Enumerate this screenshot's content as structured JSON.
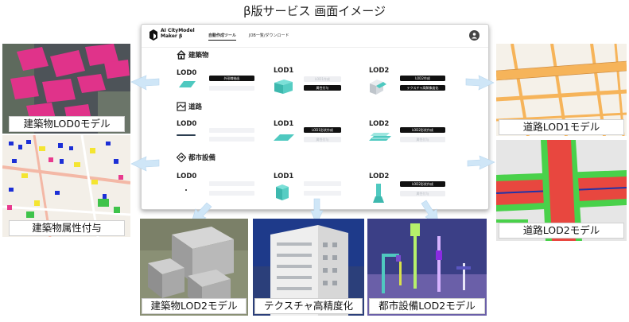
{
  "page_title": "β版サービス 画面イメージ",
  "app": {
    "logo_line1": "AI CityModel",
    "logo_line2": "Maker β",
    "nav": {
      "auto_tool": "自動作成ツール",
      "job_list": "JOB一覧/ダウンロード"
    },
    "sections": {
      "building": {
        "title": "建築物",
        "lod0": "LOD0",
        "lod0_btn1": "外形線抽出",
        "lod1": "LOD1",
        "lod1_ghost": "LOD1作成",
        "lod1_btn1": "属性付与",
        "lod2": "LOD2",
        "lod2_btn1": "LOD2作成",
        "lod2_btn2": "テクスチャ高解像度化"
      },
      "road": {
        "title": "道路",
        "lod0": "LOD0",
        "lod1": "LOD1",
        "lod1_btn1": "LOD1形状作成",
        "lod1_ghost": "属性付与",
        "lod2": "LOD2",
        "lod2_btn1": "LOD2形状作成",
        "lod2_ghost": "属性付与"
      },
      "facility": {
        "title": "都市設備",
        "lod0": "LOD0",
        "lod1": "LOD1",
        "lod2": "LOD2",
        "lod2_btn1": "LOD2形状作成",
        "lod2_ghost": "属性付与"
      }
    }
  },
  "captions": {
    "building_lod0": "建築物LOD0モデル",
    "building_attr": "建築物属性付与",
    "building_lod2": "建築物LOD2モデル",
    "texture": "テクスチャ高精度化",
    "facility_lod2": "都市設備LOD2モデル",
    "road_lod1": "道路LOD1モデル",
    "road_lod2": "道路LOD2モデル"
  },
  "colors": {
    "teal": "#4fc9c0",
    "dark": "#111111",
    "arrow_fill": "#cfe6f7",
    "building_pink": "#e0338a",
    "road_orange": "#f6b45a",
    "road_red": "#e8473f",
    "road_green": "#49d14a"
  },
  "icons": {
    "building": "house-icon",
    "road": "road-icon",
    "facility": "signpost-icon",
    "avatar": "user-icon"
  }
}
